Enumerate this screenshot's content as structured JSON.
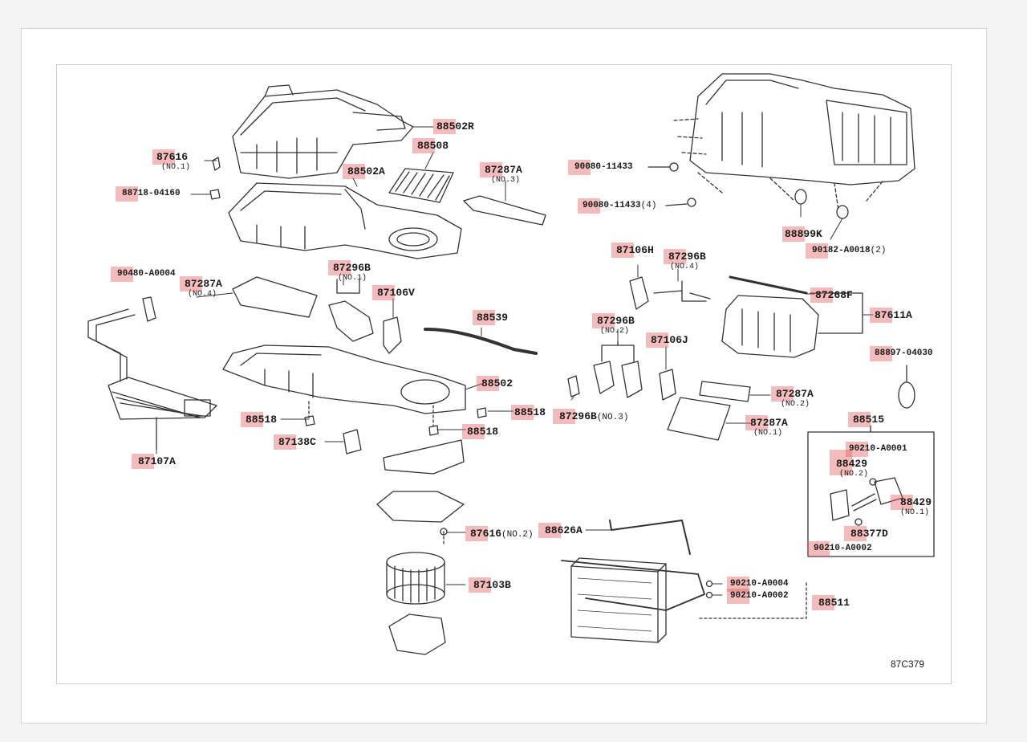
{
  "colors": {
    "highlight": "#e25c5c",
    "line": "#333333",
    "page": "#ffffff"
  },
  "diagram_code": "87C379",
  "parts": {
    "p87616_no1": {
      "number": "87616",
      "note": "(NO.1)"
    },
    "p88718": {
      "number": "88718-04160"
    },
    "p88502r": {
      "number": "88502R"
    },
    "p88508": {
      "number": "88508"
    },
    "p88502a": {
      "number": "88502A"
    },
    "p87287a_no3": {
      "number": "87287A",
      "note": "(NO.3)"
    },
    "p90080_a": {
      "number": "90080-11433"
    },
    "p90080_b": {
      "number": "90080-11433",
      "suffix": "(4)"
    },
    "p88899k": {
      "number": "88899K"
    },
    "p90182": {
      "number": "90182-A0018",
      "suffix": "(2)"
    },
    "p90480": {
      "number": "90480-A0004"
    },
    "p87287a_no4": {
      "number": "87287A",
      "note": "(NO.4)"
    },
    "p87296b_no1": {
      "number": "87296B",
      "note": "(NO.1)"
    },
    "p87106v": {
      "number": "87106V"
    },
    "p87106h": {
      "number": "87106H"
    },
    "p87296b_no4": {
      "number": "87296B",
      "note": "(NO.4)"
    },
    "p87268f": {
      "number": "87268F"
    },
    "p87611a": {
      "number": "87611A"
    },
    "p88539": {
      "number": "88539"
    },
    "p87296b_no2": {
      "number": "87296B",
      "note": "(NO.2)"
    },
    "p87106j": {
      "number": "87106J"
    },
    "p88897": {
      "number": "88897-04030"
    },
    "p88502": {
      "number": "88502"
    },
    "p87287a_no2": {
      "number": "87287A",
      "note": "(NO.2)"
    },
    "p88518_a": {
      "number": "88518"
    },
    "p88518_b": {
      "number": "88518"
    },
    "p88518_c": {
      "number": "88518"
    },
    "p87296b_no3": {
      "number": "87296B",
      "suffix": "(NO.3)"
    },
    "p87287a_no1": {
      "number": "87287A",
      "note": "(NO.1)"
    },
    "p88515": {
      "number": "88515"
    },
    "p87138c": {
      "number": "87138C"
    },
    "p87107a": {
      "number": "87107A"
    },
    "p90210_a0001": {
      "number": "90210-A0001"
    },
    "p88429_no2": {
      "number": "88429",
      "note": "(NO.2)"
    },
    "p88429_no1": {
      "number": "88429",
      "note": "(NO.1)"
    },
    "p88377d": {
      "number": "88377D"
    },
    "p90210_a0002_box": {
      "number": "90210-A0002"
    },
    "p87616_no2": {
      "number": "87616",
      "suffix": "(NO.2)"
    },
    "p88626a": {
      "number": "88626A"
    },
    "p87103b": {
      "number": "87103B"
    },
    "p90210_a0004": {
      "number": "90210-A0004"
    },
    "p90210_a0002": {
      "number": "90210-A0002"
    },
    "p88511": {
      "number": "88511"
    }
  }
}
